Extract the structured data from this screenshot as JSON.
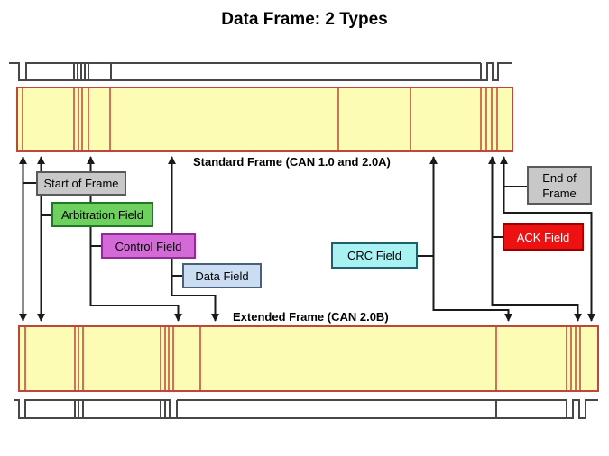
{
  "title": "Data Frame: 2 Types",
  "frame_labels": {
    "standard": "Standard Frame (CAN 1.0 and 2.0A)",
    "extended": "Extended Frame (CAN 2.0B)"
  },
  "fields": {
    "start_of_frame": {
      "label": "Start of Frame",
      "fill": "#c8c8c8",
      "border": "#595959",
      "text_color": "#000000"
    },
    "arbitration": {
      "label": "Arbitration Field",
      "fill": "#6ed05f",
      "border": "#1e7a1e",
      "text_color": "#000000"
    },
    "control": {
      "label": "Control Field",
      "fill": "#d46ad8",
      "border": "#8f2d93",
      "text_color": "#000000"
    },
    "data": {
      "label": "Data Field",
      "fill": "#cbddf2",
      "border": "#4a5f7a",
      "text_color": "#000000"
    },
    "crc": {
      "label": "CRC Field",
      "fill": "#a9f2f4",
      "border": "#20606a",
      "text_color": "#000000"
    },
    "ack": {
      "label": "ACK Field",
      "fill": "#ee1111",
      "border": "#9b0000",
      "text_color": "#ffffff"
    },
    "end_of_frame": {
      "label": "End of Frame",
      "fill": "#c8c8c8",
      "border": "#595959",
      "text_color": "#000000"
    }
  },
  "bars": {
    "fill": "#fdfcb4",
    "border": "#c0453a"
  },
  "line_colors": {
    "waveform": "#474747",
    "arrows": "#1a1a1a"
  }
}
